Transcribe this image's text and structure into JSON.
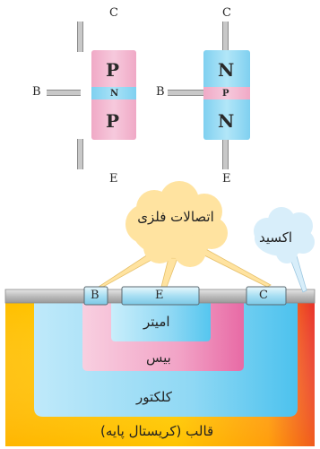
{
  "transistors": [
    {
      "id": "pnp",
      "top_layer": "P",
      "middle_layer": "N",
      "bottom_layer": "P",
      "terminal_top": "C",
      "terminal_left": "B",
      "terminal_bottom": "E",
      "outer_color": "#f3b6cf",
      "middle_color": "#8fd6f2"
    },
    {
      "id": "npn",
      "top_layer": "N",
      "middle_layer": "P",
      "bottom_layer": "N",
      "terminal_top": "C",
      "terminal_left": "B",
      "terminal_bottom": "E",
      "outer_color": "#8fd6f2",
      "middle_color": "#f3b6cf"
    }
  ],
  "structure": {
    "contacts": [
      "B",
      "E",
      "C"
    ],
    "callout_metal_contacts": "اتصالات فلزی",
    "callout_oxide": "اکسید",
    "emitter_label": "امیتر",
    "base_label": "بیس",
    "collector_label": "کلکتور",
    "substrate_label": "قالب (کریستال پایه)",
    "colors": {
      "substrate_yellow": "#ffd400",
      "substrate_red": "#e8322a",
      "collector": "#7fd0f0",
      "base": "#ef87b5",
      "emitter": "#6ccff4",
      "oxide": "#b7b7b7",
      "cloud": "#ffe7a8"
    }
  }
}
